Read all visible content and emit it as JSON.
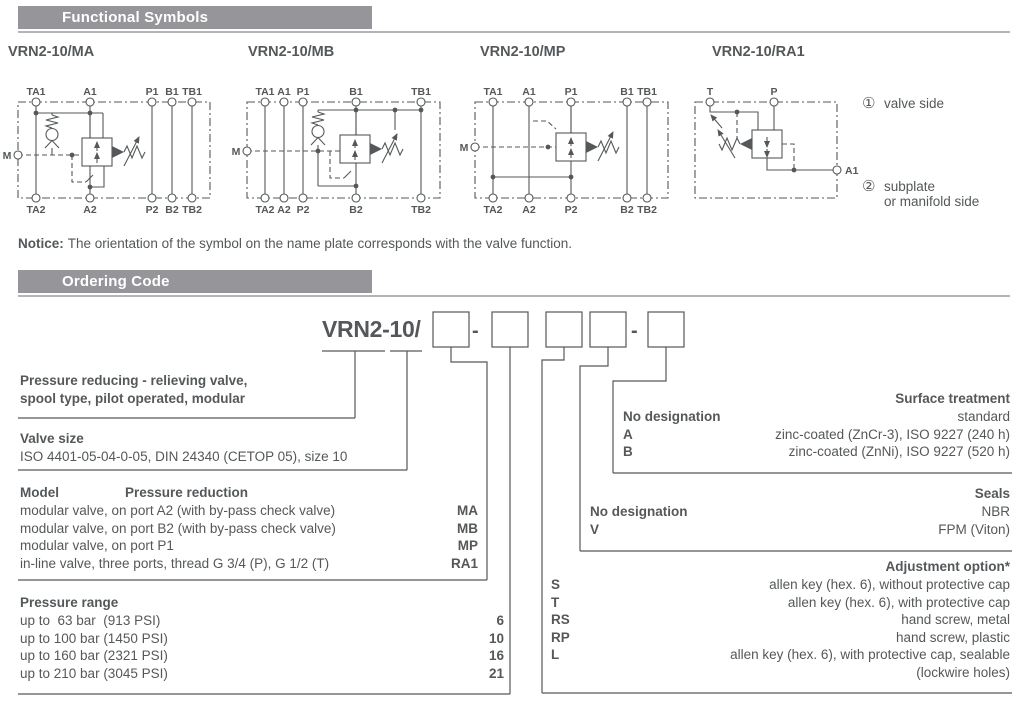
{
  "colors": {
    "text": "#54585a",
    "header_bar": "#96969a",
    "header_text": "#ffffff",
    "thin_line": "#b4b4b6"
  },
  "headers": {
    "functional": "Functional Symbols",
    "ordering": "Ordering Code"
  },
  "notice": {
    "label": "Notice:",
    "text": "The orientation of the symbol on the name plate corresponds with the valve function."
  },
  "symbols": {
    "diagrams": [
      {
        "title": "VRN2-10/MA",
        "top_ports": [
          "TA1",
          "A1",
          "P1",
          "B1",
          "TB1"
        ],
        "bottom_ports": [
          "TA2",
          "A2",
          "P2",
          "B2",
          "TB2"
        ],
        "side_port": "M"
      },
      {
        "title": "VRN2-10/MB",
        "top_ports": [
          "TA1",
          "A1",
          "P1",
          "B1",
          "TB1"
        ],
        "bottom_ports": [
          "TA2",
          "A2",
          "P2",
          "B2",
          "TB2"
        ],
        "side_port": "M"
      },
      {
        "title": "VRN2-10/MP",
        "top_ports": [
          "TA1",
          "A1",
          "P1",
          "B1",
          "TB1"
        ],
        "bottom_ports": [
          "TA2",
          "A2",
          "P2",
          "B2",
          "TB2"
        ],
        "side_port": "M"
      },
      {
        "title": "VRN2-10/RA1",
        "top_ports": [
          "T",
          "P"
        ],
        "right_port": "A1"
      }
    ],
    "legend": [
      {
        "marker": "①",
        "line1": "valve side",
        "line2": ""
      },
      {
        "marker": "②",
        "line1": "subplate",
        "line2": "or manifold side"
      }
    ]
  },
  "ordering": {
    "prefix": "VRN2-10/",
    "separator": "-",
    "valve_desc": {
      "line1": "Pressure reducing - relieving valve,",
      "line2": "spool type, pilot operated, modular"
    },
    "valve_size": {
      "title": "Valve size",
      "text": "ISO 4401-05-04-0-05, DIN 24340 (CETOP 05), size 10"
    },
    "model": {
      "title": "Model",
      "subtitle": "Pressure reduction",
      "rows": [
        {
          "text": "modular valve, on port A2 (with by-pass check valve)",
          "code": "MA"
        },
        {
          "text": "modular valve, on port B2 (with by-pass check valve)",
          "code": "MB"
        },
        {
          "text": "modular valve, on port P1",
          "code": "MP"
        },
        {
          "text": "in-line valve, three ports, thread G 3/4 (P), G 1/2 (T)",
          "code": "RA1"
        }
      ]
    },
    "pressure_range": {
      "title": "Pressure range",
      "rows": [
        {
          "text": "up to  63 bar  (913 PSI)",
          "code": "6"
        },
        {
          "text": "up to 100 bar (1450 PSI)",
          "code": "10"
        },
        {
          "text": "up to 160 bar (2321 PSI)",
          "code": "16"
        },
        {
          "text": "up to 210 bar (3045 PSI)",
          "code": "21"
        }
      ]
    },
    "surface_treatment": {
      "title": "Surface treatment",
      "rows": [
        {
          "code": "No designation",
          "text": "standard"
        },
        {
          "code": "A",
          "text": "zinc-coated (ZnCr-3), ISO 9227 (240 h)"
        },
        {
          "code": "B",
          "text": "zinc-coated (ZnNi), ISO 9227 (520 h)"
        }
      ]
    },
    "seals": {
      "title": "Seals",
      "rows": [
        {
          "code": "No designation",
          "text": "NBR"
        },
        {
          "code": "V",
          "text": "FPM (Viton)"
        }
      ]
    },
    "adjustment": {
      "title": "Adjustment option*",
      "rows": [
        {
          "code": "S",
          "text": "allen key (hex. 6), without protective cap"
        },
        {
          "code": "T",
          "text": "allen key (hex. 6), with protective cap"
        },
        {
          "code": "RS",
          "text": "hand screw, metal"
        },
        {
          "code": "RP",
          "text": "hand screw, plastic"
        },
        {
          "code": "L",
          "text": "allen key (hex. 6), with protective cap, sealable"
        },
        {
          "code": "",
          "text": "(lockwire holes)"
        }
      ]
    }
  }
}
